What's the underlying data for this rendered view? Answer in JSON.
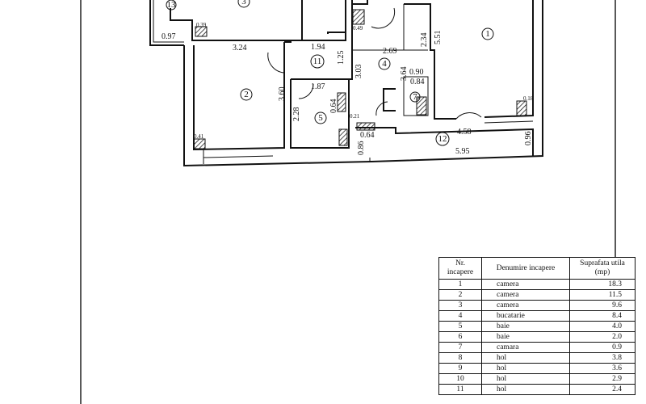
{
  "plan": {
    "rooms": [
      "1",
      "2",
      "3",
      "4",
      "5",
      "7",
      "11",
      "12",
      "13"
    ],
    "dims": [
      "0.97",
      "3.24",
      "1.94",
      "1.25",
      "2.69",
      "2.34",
      "5.51",
      "3.03",
      "3.64",
      "0.90",
      "0.84",
      "3.60",
      "1.87",
      "2.28",
      "0.64",
      "4.58",
      "5.95",
      "0.96",
      "0.86",
      "0.64",
      "0.39",
      "0.41",
      "0.49",
      "0.18",
      "0.21"
    ]
  },
  "table": {
    "headers": [
      "Nr. incapere",
      "Denumire incapere",
      "Suprafata utila (mp)"
    ],
    "rows": [
      [
        "1",
        "camera",
        "18.3"
      ],
      [
        "2",
        "camera",
        "11.5"
      ],
      [
        "3",
        "camera",
        "9.6"
      ],
      [
        "4",
        "bucatarie",
        "8.4"
      ],
      [
        "5",
        "baie",
        "4.0"
      ],
      [
        "6",
        "baie",
        "2.0"
      ],
      [
        "7",
        "camara",
        "0.9"
      ],
      [
        "8",
        "hol",
        "3.8"
      ],
      [
        "9",
        "hol",
        "3.6"
      ],
      [
        "10",
        "hol",
        "2.9"
      ],
      [
        "11",
        "hol",
        "2.4"
      ]
    ]
  }
}
